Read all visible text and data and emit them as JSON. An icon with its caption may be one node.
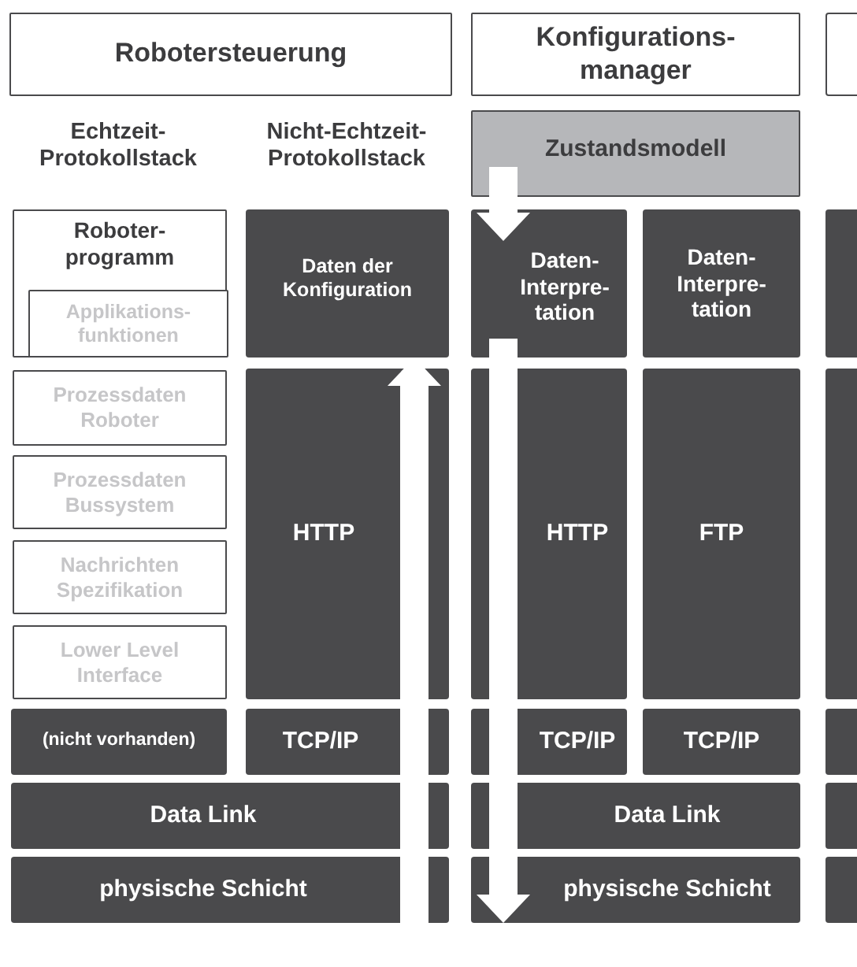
{
  "diagram": {
    "nodes": [
      {
        "text": [
          "Robotersteuerung"
        ]
      },
      {
        "text": [
          "Konfigurations- manager"
        ]
      },
      {
        "text": [],
        "shape": "box"
      },
      {
        "text": [
          "Zustandsmodell"
        ]
      },
      {
        "text": [
          "Roboter- programm"
        ]
      },
      {
        "text": [
          "Applikations- funktionen"
        ],
        "in": 4
      },
      {
        "text": [
          "Daten der Konfiguration"
        ]
      },
      {
        "text": [
          "Daten- Interpre- tation"
        ]
      },
      {
        "text": [
          "Daten- Interpre- tation"
        ]
      },
      {
        "text": [],
        "shape": "box"
      },
      {
        "text": [
          "Prozessdaten Roboter"
        ]
      },
      {
        "text": [
          "HTTP"
        ]
      },
      {
        "text": [
          "HTTP"
        ]
      },
      {
        "text": [
          "FTP"
        ]
      },
      {
        "text": [],
        "shape": "box"
      },
      {
        "text": [
          "Prozessdaten Bussystem"
        ]
      },
      {
        "text": [
          "Nachrichten Spezifikation"
        ]
      },
      {
        "text": [
          "Lower Level Interface"
        ]
      },
      {
        "text": [
          "(nicht vorhanden)"
        ]
      },
      {
        "text": [
          "TCP/IP"
        ]
      },
      {
        "text": [
          "TCP/IP"
        ]
      },
      {
        "text": [
          "TCP/IP"
        ]
      },
      {
        "text": [],
        "shape": "box"
      },
      {
        "text": [
          "Data Link"
        ]
      },
      {
        "text": [
          "Data Link"
        ]
      },
      {
        "text": [],
        "shape": "box"
      },
      {
        "text": [
          "physische Schicht"
        ]
      },
      {
        "text": [
          "physische Schicht"
        ]
      },
      {
        "text": [],
        "shape": "box"
      }
    ],
    "edges": [
      {
        "from": 3,
        "to": 7,
        "arrow": "to"
      },
      {
        "from": 7,
        "to": 12,
        "arrow": "none"
      },
      {
        "from": 12,
        "to": 20,
        "arrow": "none"
      },
      {
        "from": 20,
        "to": 24,
        "arrow": "none"
      },
      {
        "from": 24,
        "to": 27,
        "arrow": "to"
      },
      {
        "from": 26,
        "to": 23,
        "arrow": "none"
      },
      {
        "from": 23,
        "to": 19,
        "arrow": "none"
      },
      {
        "from": 19,
        "to": 11,
        "arrow": "none"
      },
      {
        "from": 11,
        "to": 6,
        "arrow": "to"
      }
    ],
    "labels": [
      "Echtzeit- Protokollstack",
      "Nicht-Echtzeit- Protokollstack"
    ]
  }
}
